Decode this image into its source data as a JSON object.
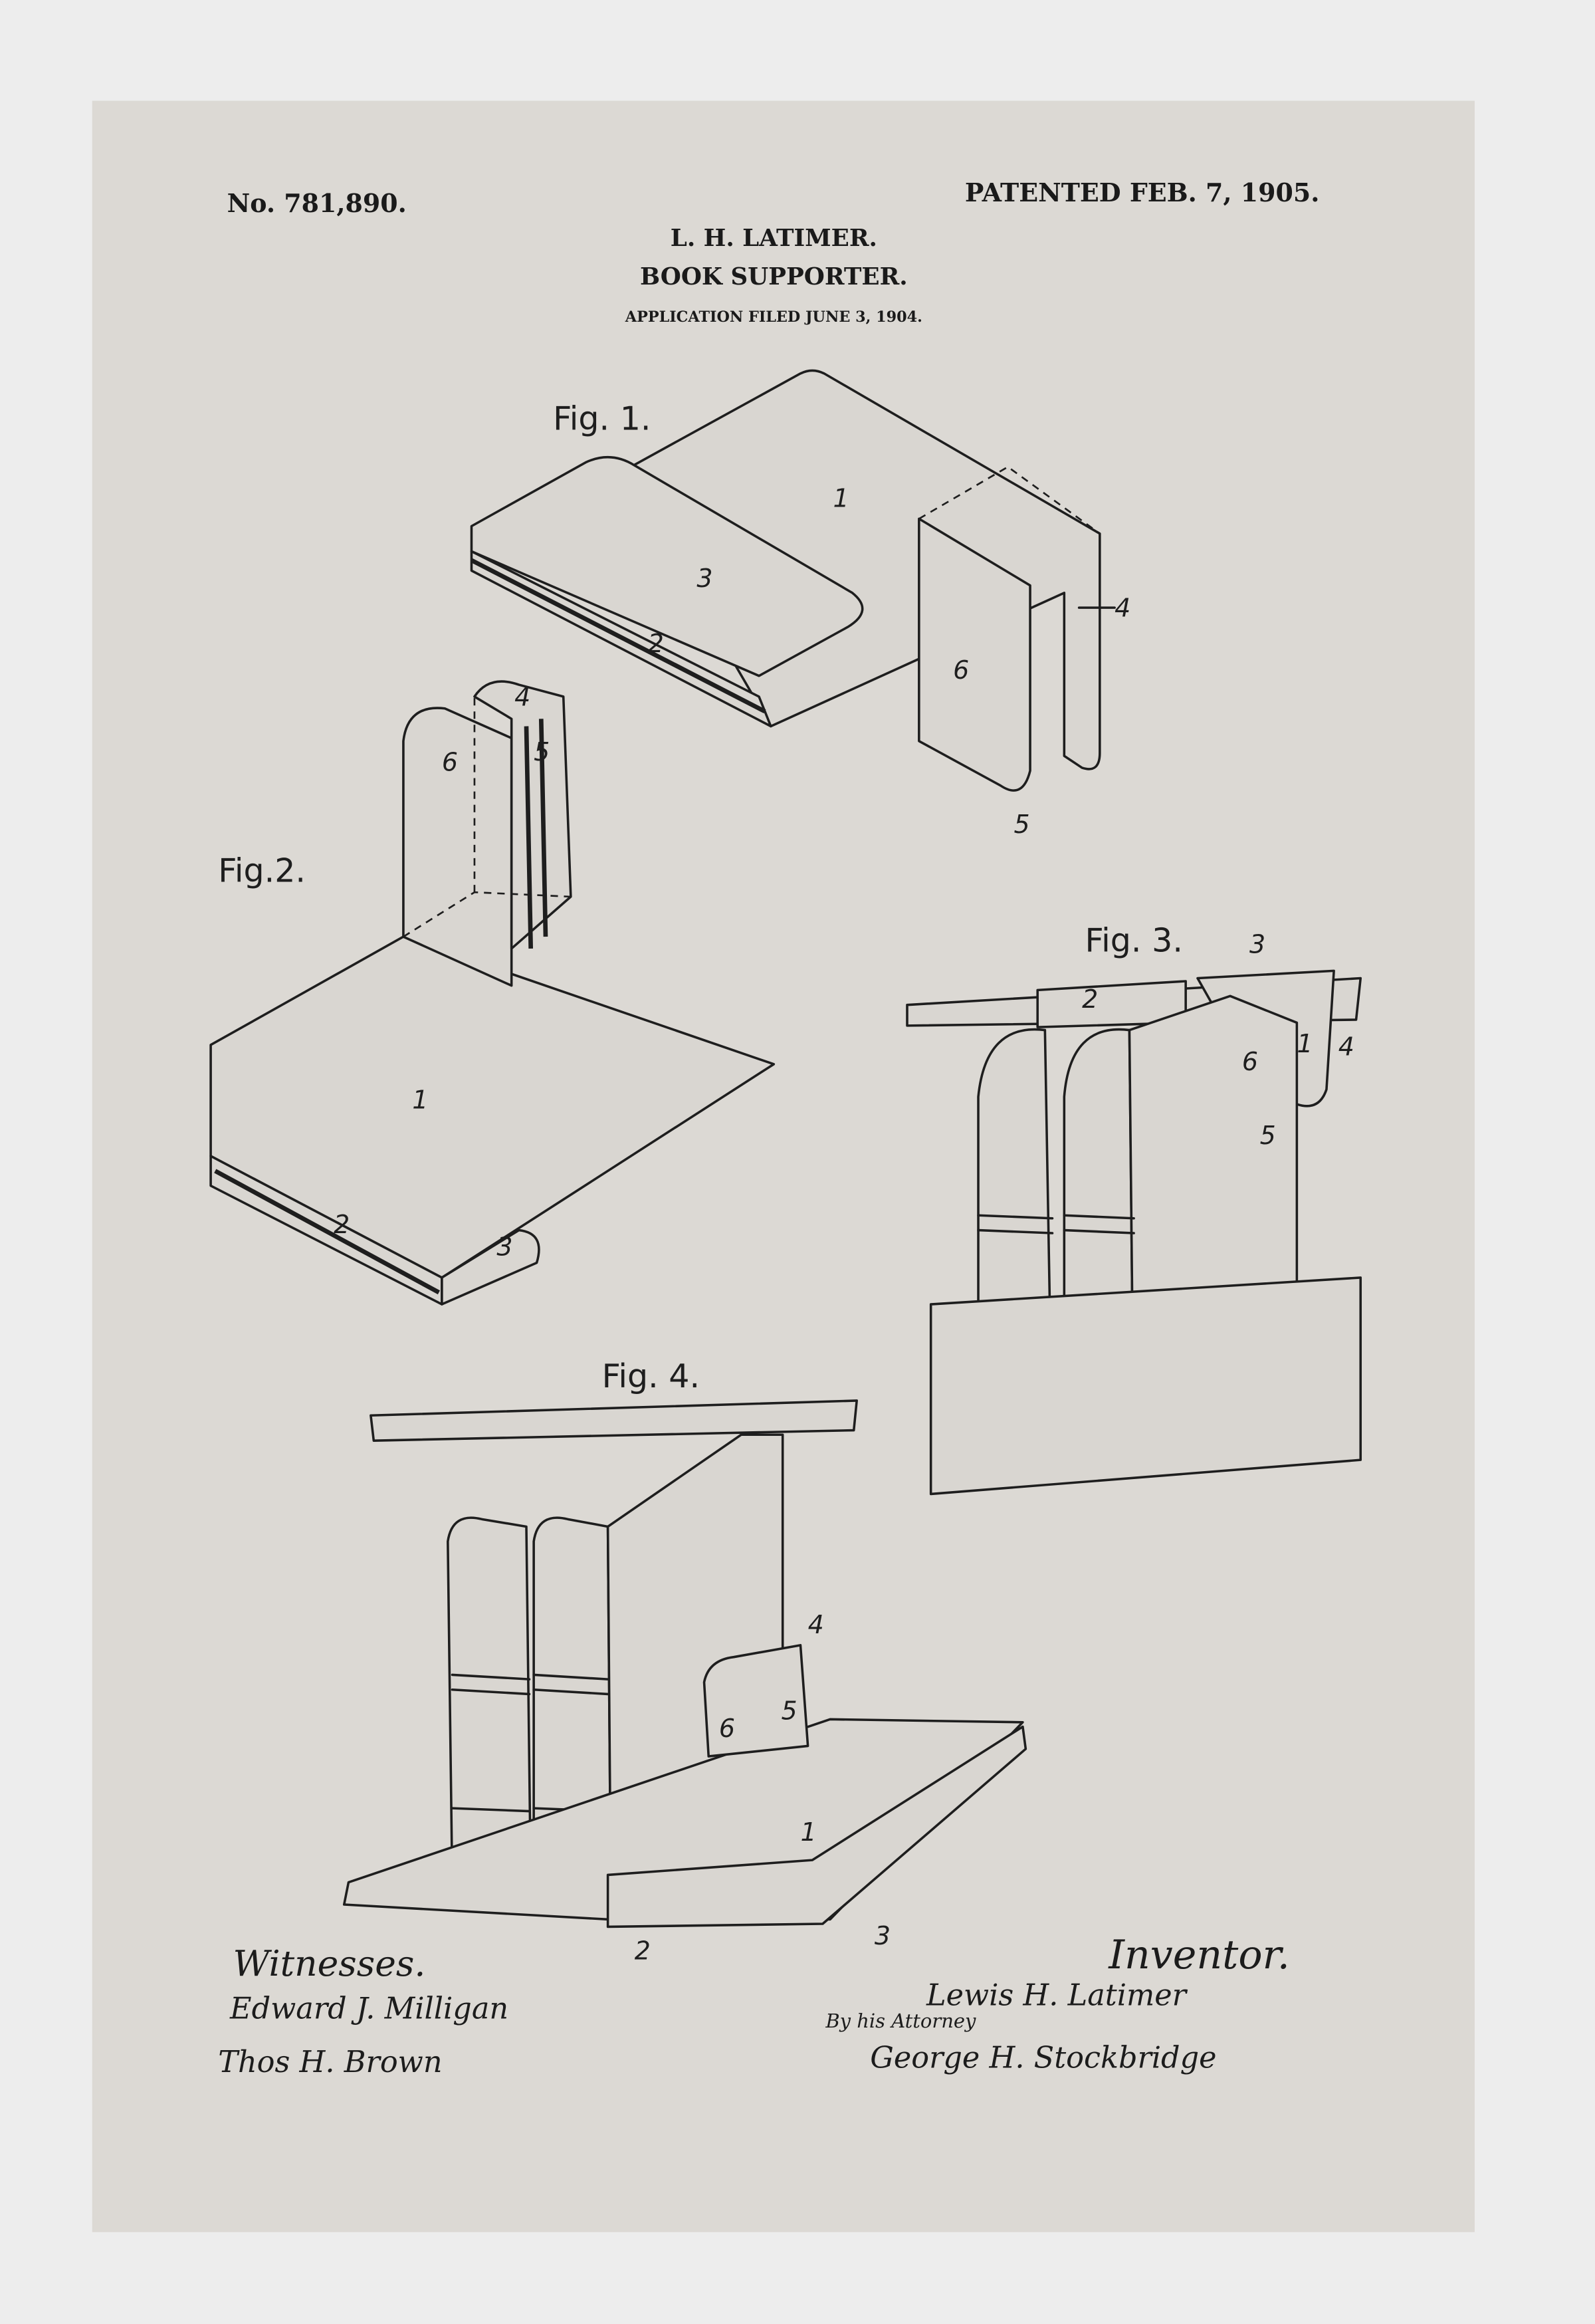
{
  "header": {
    "patent_number": "No. 781,890.",
    "patented_date": "PATENTED FEB. 7, 1905.",
    "inventor_name": "L. H. LATIMER.",
    "title": "BOOK SUPPORTER.",
    "application": "APPLICATION FILED JUNE 3, 1904."
  },
  "figures": [
    {
      "title": "Fig. 1.",
      "labels": [
        "1",
        "2",
        "3",
        "4",
        "5",
        "6"
      ]
    },
    {
      "title": "Fig.2.",
      "labels": [
        "1",
        "2",
        "3",
        "4",
        "5",
        "6"
      ]
    },
    {
      "title": "Fig. 3.",
      "labels": [
        "1",
        "2",
        "3",
        "4",
        "5",
        "6"
      ]
    },
    {
      "title": "Fig. 4.",
      "labels": [
        "1",
        "2",
        "3",
        "4",
        "5",
        "6"
      ]
    }
  ],
  "footer": {
    "witnesses_label": "Witnesses.",
    "witness_1": "Edward J. Milligan",
    "witness_2": "Thos H. Brown",
    "inventor_label": "Inventor.",
    "inventor_signature": "Lewis H. Latimer",
    "attorney_prefix": "By his Attorney",
    "attorney_signature": "George H. Stockbridge"
  },
  "colors": {
    "paper": "#dcd9d4",
    "ink": "#1e1e1e",
    "background": "#ededed"
  }
}
